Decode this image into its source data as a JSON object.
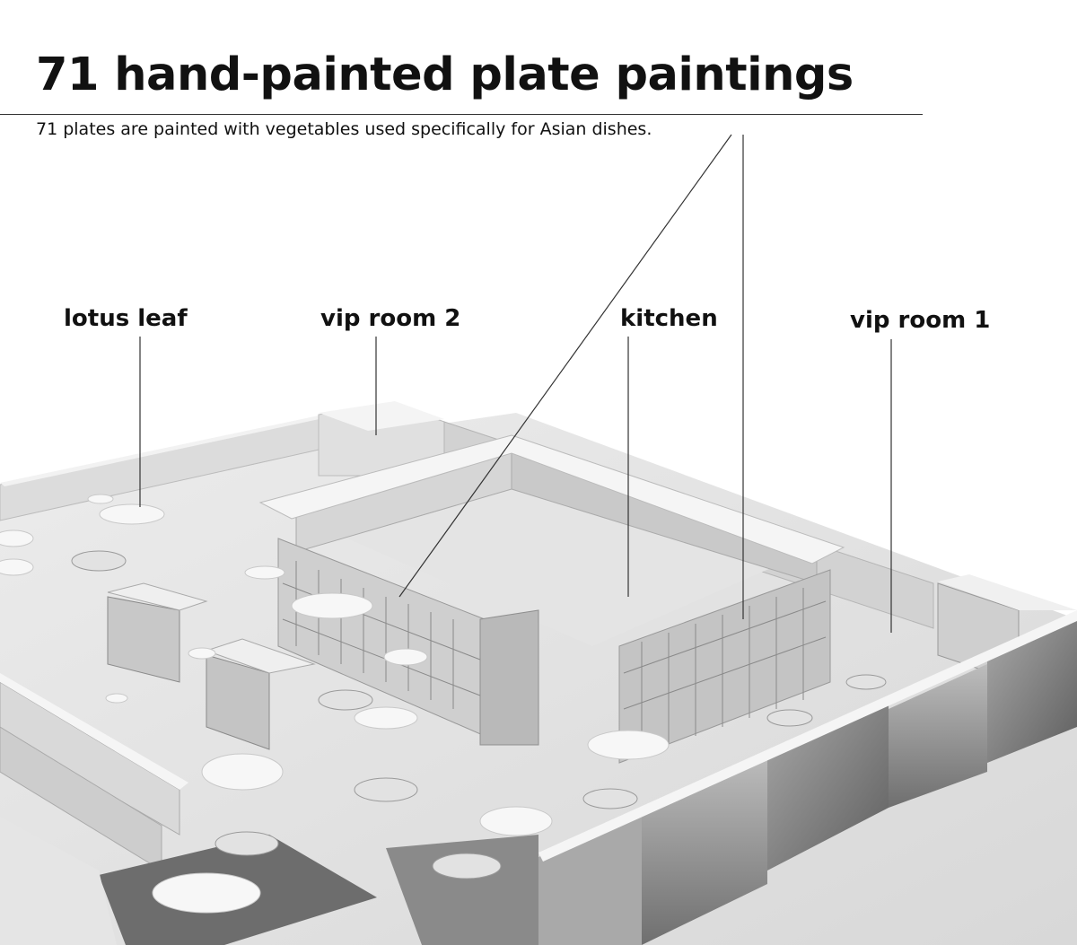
{
  "header": {
    "title": "71 hand-painted plate paintings",
    "subtitle": "71 plates are painted with vegetables used specifically for Asian dishes."
  },
  "labels": {
    "lotus_leaf": "lotus leaf",
    "vip_room_2": "vip room 2",
    "kitchen": "kitchen",
    "vip_room_1": "vip room 1"
  },
  "colors": {
    "background": "#ffffff",
    "model_light": "#e9e9e9",
    "model_mid": "#cfcfcf",
    "model_dark": "#8c8c8c",
    "leader_line": "#333333"
  }
}
